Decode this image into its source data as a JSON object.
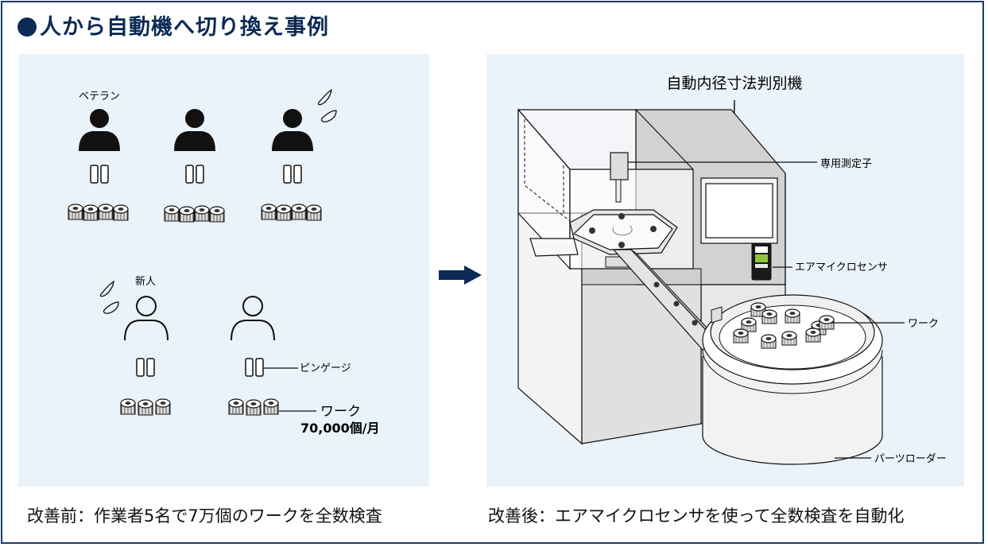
{
  "title": "人から自動機へ切り換え事例",
  "before": {
    "veteran_label": "ベテラン",
    "newcomer_label": "新人",
    "pin_gauge_label": "ピンゲージ",
    "work_label": "ワーク",
    "work_quantity": "70,000個/月",
    "caption": "改善前：作業者5名で7万個のワークを全数検査"
  },
  "after": {
    "machine_label": "自動内径寸法判別機",
    "probe_label": "専用測定子",
    "sensor_label": "エアマイクロセンサ",
    "work_label": "ワーク",
    "feeder_label": "パーツローダー",
    "caption": "改善後：エアマイクロセンサを使って全数検査を自動化"
  },
  "colors": {
    "navy": "#0d2a55",
    "panel_bg": "#eaf2fa",
    "arrow": "#0d2a55"
  }
}
